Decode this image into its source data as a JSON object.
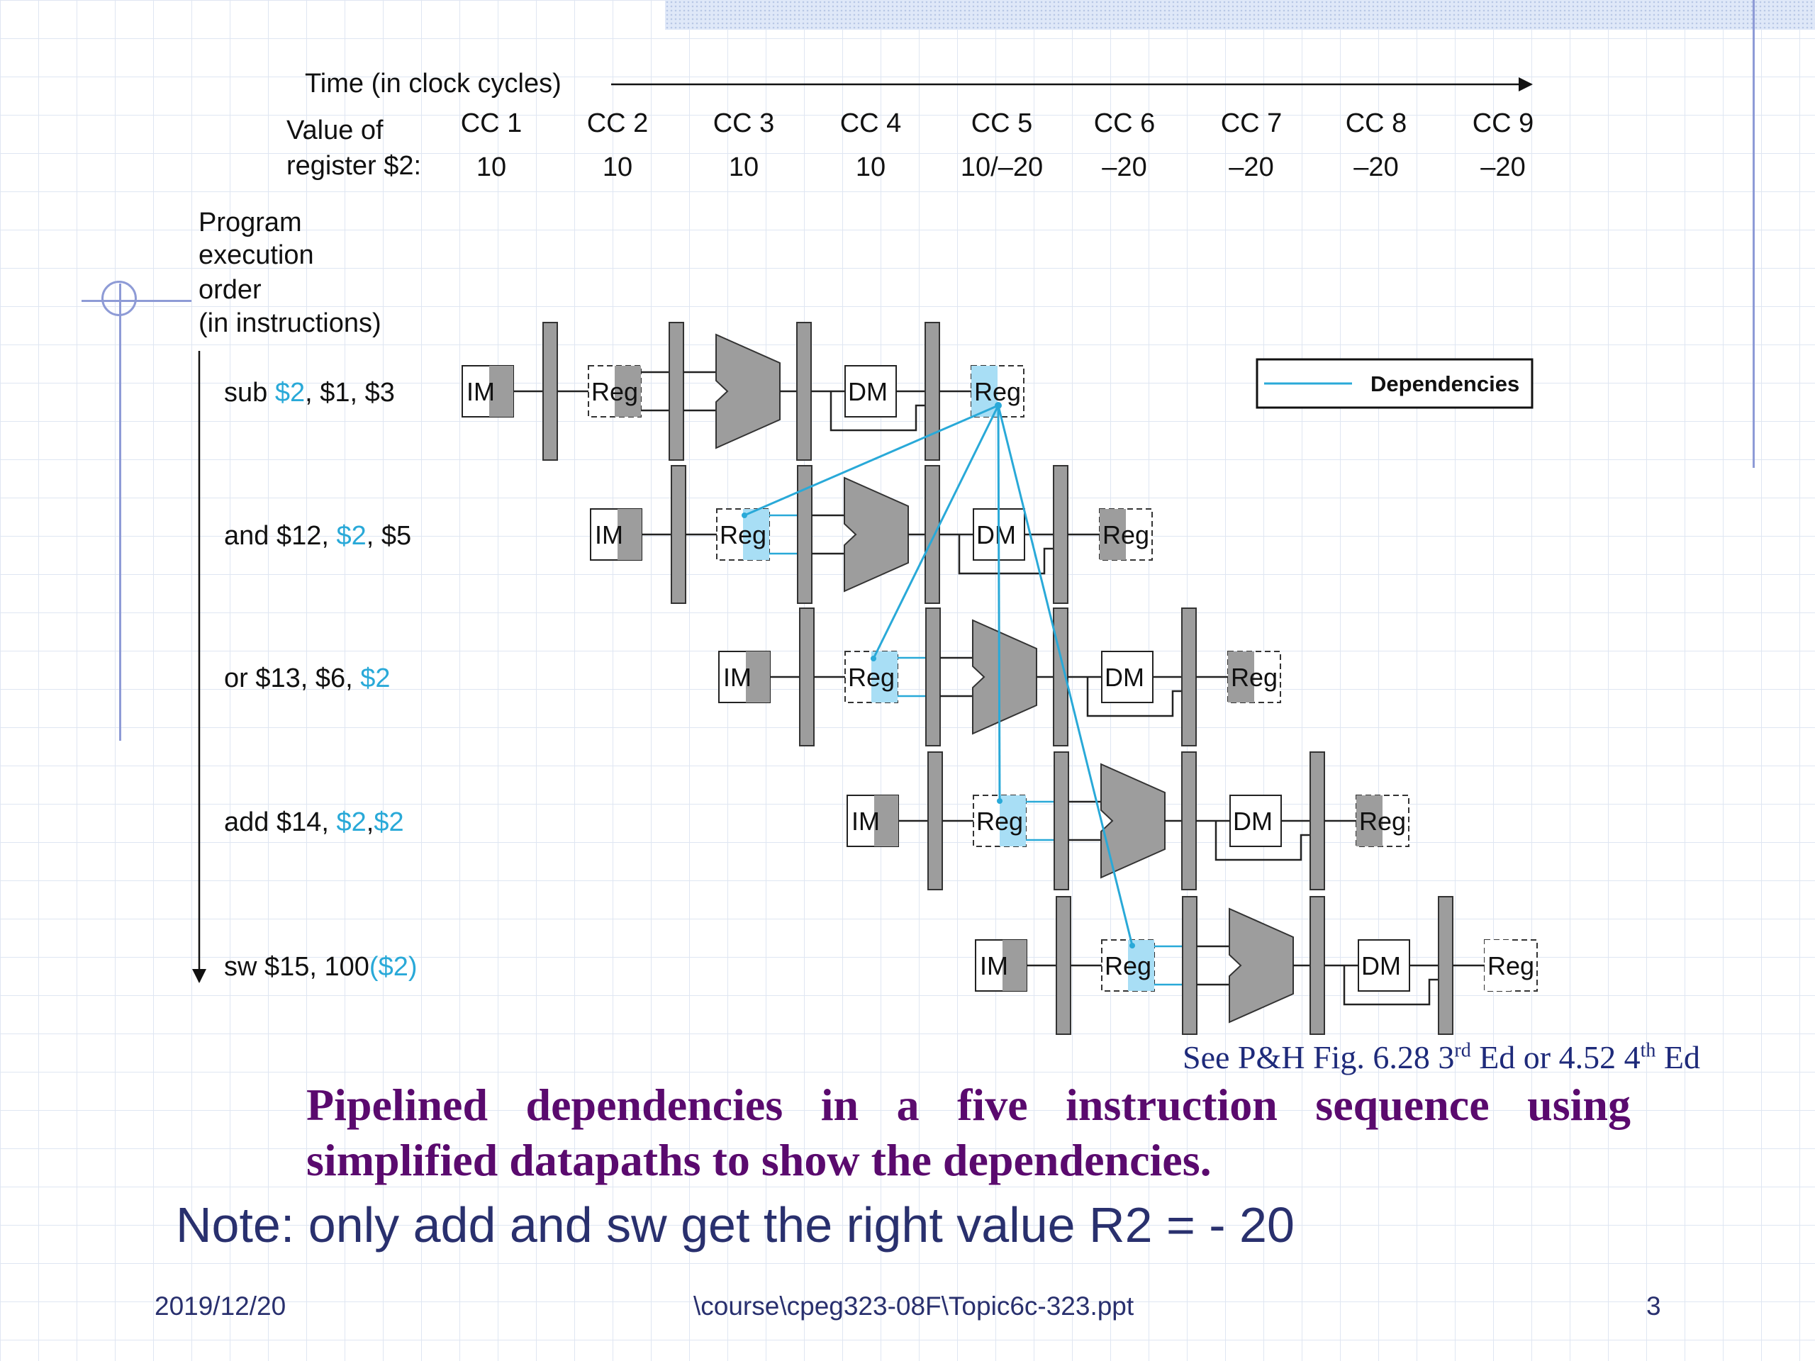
{
  "diagram": {
    "time_label": "Time (in clock cycles)",
    "value_label_line1": "Value of",
    "value_label_line2": "register $2:",
    "cycles": [
      {
        "label": "CC 1",
        "value": "10"
      },
      {
        "label": "CC 2",
        "value": "10"
      },
      {
        "label": "CC 3",
        "value": "10"
      },
      {
        "label": "CC 4",
        "value": "10"
      },
      {
        "label": "CC 5",
        "value": "10/–20"
      },
      {
        "label": "CC 6",
        "value": "–20"
      },
      {
        "label": "CC 7",
        "value": "–20"
      },
      {
        "label": "CC 8",
        "value": "–20"
      },
      {
        "label": "CC 9",
        "value": "–20"
      }
    ],
    "order_label": [
      "Program",
      "execution",
      "order",
      "(in instructions)"
    ],
    "instructions": [
      {
        "parts": [
          {
            "text": "sub ",
            "dep": false
          },
          {
            "text": "$2",
            "dep": true
          },
          {
            "text": ", $1, $3",
            "dep": false
          }
        ]
      },
      {
        "parts": [
          {
            "text": "and $12, ",
            "dep": false
          },
          {
            "text": "$2",
            "dep": true
          },
          {
            "text": ", $5",
            "dep": false
          }
        ]
      },
      {
        "parts": [
          {
            "text": "or $13, $6, ",
            "dep": false
          },
          {
            "text": "$2",
            "dep": true
          }
        ]
      },
      {
        "parts": [
          {
            "text": "add $14, ",
            "dep": false
          },
          {
            "text": "$2",
            "dep": true
          },
          {
            "text": ",",
            "dep": false
          },
          {
            "text": "$2",
            "dep": true
          }
        ]
      },
      {
        "parts": [
          {
            "text": "sw $15, 100",
            "dep": false
          },
          {
            "text": "($2)",
            "dep": true
          }
        ]
      }
    ],
    "stage_labels": {
      "im": "IM",
      "reg": "Reg",
      "dm": "DM"
    },
    "legend_label": "Dependencies",
    "colors": {
      "dependency": "#29a9d8",
      "highlight": "#a8def5",
      "unit": "#9d9d9d",
      "text": "#111111"
    }
  },
  "source_ref": {
    "prefix": "See P&H Fig. 6.28 3",
    "sup1": "rd",
    "mid": " Ed or 4.52 4",
    "sup2": "th",
    "suffix": " Ed"
  },
  "caption": "Pipelined dependencies in a five instruction sequence using simplified datapaths to show the dependencies.",
  "note": "Note: only add and sw get the right value R2 = - 20",
  "footer": {
    "date": "2019/12/20",
    "path": "\\course\\cpeg323-08F\\Topic6c-323.ppt",
    "page": "3"
  }
}
